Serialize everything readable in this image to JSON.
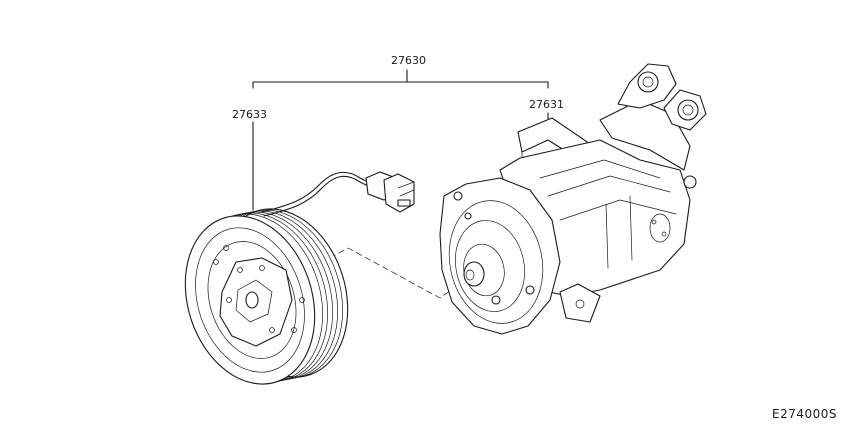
{
  "labels": {
    "assembly": "27630",
    "clutch": "27633",
    "compressor": "27631"
  },
  "figure_code": "E274000S"
}
